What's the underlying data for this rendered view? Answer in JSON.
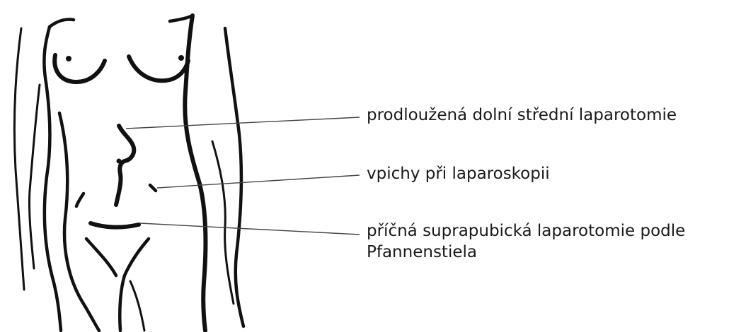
{
  "labels": {
    "midline": "prodloužená dolní střední laparotomie",
    "laparoscopy": "vpichy při laparoskopii",
    "pfannenstiel_line1": "příčná suprapubická laparotomie podle",
    "pfannenstiel_line2": "Pfannenstiela"
  },
  "colors": {
    "ink": "#111111",
    "leader": "#444444",
    "background": "#ffffff"
  }
}
